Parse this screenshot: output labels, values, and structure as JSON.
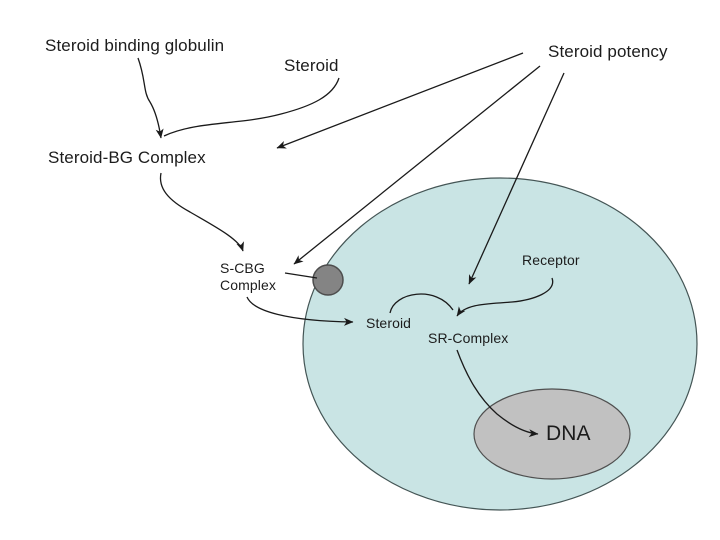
{
  "slide": {
    "description": "Diagram of steroid transport: binding globulin, S-CBG complex at cell membrane, intracellular receptor binding and DNA action",
    "background_color": "#ffffff"
  },
  "labels": {
    "steroid_binding_globulin": "Steroid binding globulin",
    "steroid_free": "Steroid",
    "steroid_potency": "Steroid potency",
    "steroid_bg_complex": "Steroid-BG Complex",
    "s_cbg_complex_line1": "S-CBG",
    "s_cbg_complex_line2": "Complex",
    "steroid_intracellular": "Steroid",
    "receptor": "Receptor",
    "sr_complex": "SR-Complex",
    "dna": "DNA"
  },
  "colors": {
    "background": "#ffffff",
    "cell_fill": "#c9e4e4",
    "cell_border": "#445555",
    "nucleus_fill": "#c1c1c1",
    "nucleus_border": "#4f4f4f",
    "membrane_dot_fill": "#848484",
    "membrane_dot_border": "#4d4d4d",
    "arrow": "#1a1a1a",
    "text": "#1c1c1c"
  },
  "edges": [
    {
      "from": "Steroid binding globulin",
      "to": "Steroid-BG Complex"
    },
    {
      "from": "Steroid",
      "to": "Steroid-BG Complex"
    },
    {
      "from": "Steroid potency",
      "to": "Steroid-BG Complex"
    },
    {
      "from": "Steroid potency",
      "to": "S-CBG Complex membrane site"
    },
    {
      "from": "Steroid potency",
      "to": "SR-Complex"
    },
    {
      "from": "Steroid-BG Complex",
      "to": "S-CBG Complex"
    },
    {
      "from": "S-CBG Complex",
      "to": "membrane dot"
    },
    {
      "from": "S-CBG Complex",
      "to": "Steroid (intracellular)"
    },
    {
      "from": "Steroid (intracellular)",
      "to": "SR-Complex"
    },
    {
      "from": "Receptor",
      "to": "SR-Complex"
    },
    {
      "from": "SR-Complex",
      "to": "DNA"
    }
  ]
}
